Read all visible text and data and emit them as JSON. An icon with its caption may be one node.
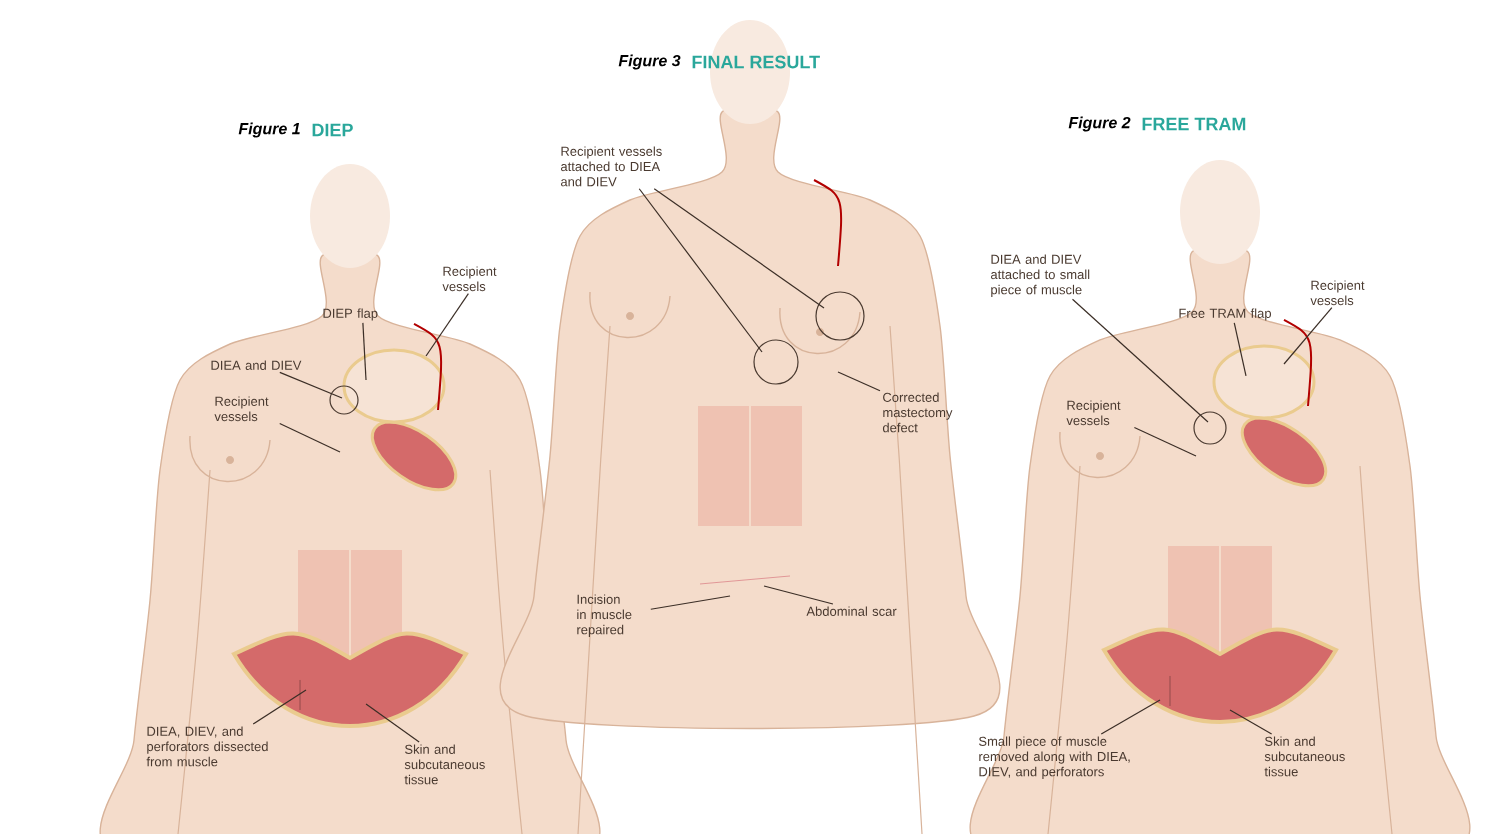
{
  "diagram": {
    "nodes": [
      {
        "text": [
          "Recipient vessels"
        ]
      },
      {
        "text": [
          "DIEP flap"
        ]
      },
      {
        "text": [
          "DIEA and DIEV"
        ]
      },
      {
        "text": [
          "Recipient vessels"
        ]
      },
      {
        "text": [
          "DIEA, DIEV, and perforators dissected from muscle"
        ]
      },
      {
        "text": [
          "Skin and subcutaneous tissue"
        ]
      },
      {
        "text": [
          "Recipient vessels attached to DIEA and DIEV"
        ]
      },
      {
        "text": [
          "Corrected mastectomy defect"
        ]
      },
      {
        "text": [
          "Incision in muscle repaired"
        ]
      },
      {
        "text": [
          "Abdominal scar"
        ]
      },
      {
        "text": [
          "DIEA and DIEV attached to small piece of muscle"
        ]
      },
      {
        "text": [
          "Free TRAM flap"
        ]
      },
      {
        "text": [
          "Recipient vessels"
        ]
      },
      {
        "text": [
          "Recipient vessels"
        ]
      },
      {
        "text": [
          "Small piece of muscle removed along with DIEA, DIEV, and perforators"
        ]
      },
      {
        "text": [
          "Skin and subcutaneous tissue"
        ]
      }
    ],
    "edges": [
      {
        "from": 0,
        "to": null,
        "arrow": "none"
      },
      {
        "from": 1,
        "to": null,
        "arrow": "none"
      },
      {
        "from": 2,
        "to": null,
        "arrow": "none"
      },
      {
        "from": 3,
        "to": null,
        "arrow": "none"
      },
      {
        "from": 4,
        "to": null,
        "arrow": "none"
      },
      {
        "from": 5,
        "to": null,
        "arrow": "none"
      },
      {
        "from": 6,
        "to": null,
        "arrow": "none"
      },
      {
        "from": 6,
        "to": null,
        "arrow": "none"
      },
      {
        "from": 7,
        "to": null,
        "arrow": "none"
      },
      {
        "from": 8,
        "to": null,
        "arrow": "none"
      },
      {
        "from": 9,
        "to": null,
        "arrow": "none"
      },
      {
        "from": 10,
        "to": null,
        "arrow": "none"
      },
      {
        "from": 11,
        "to": null,
        "arrow": "none"
      },
      {
        "from": 12,
        "to": null,
        "arrow": "none"
      },
      {
        "from": 13,
        "to": null,
        "arrow": "none"
      },
      {
        "from": 14,
        "to": null,
        "arrow": "none"
      },
      {
        "from": 15,
        "to": null,
        "arrow": "none"
      }
    ],
    "labels": [
      "Figure 3",
      "FINAL RESULT",
      "Figure 1",
      "DIEP",
      "Figure 2",
      "FREE TRAM"
    ]
  }
}
